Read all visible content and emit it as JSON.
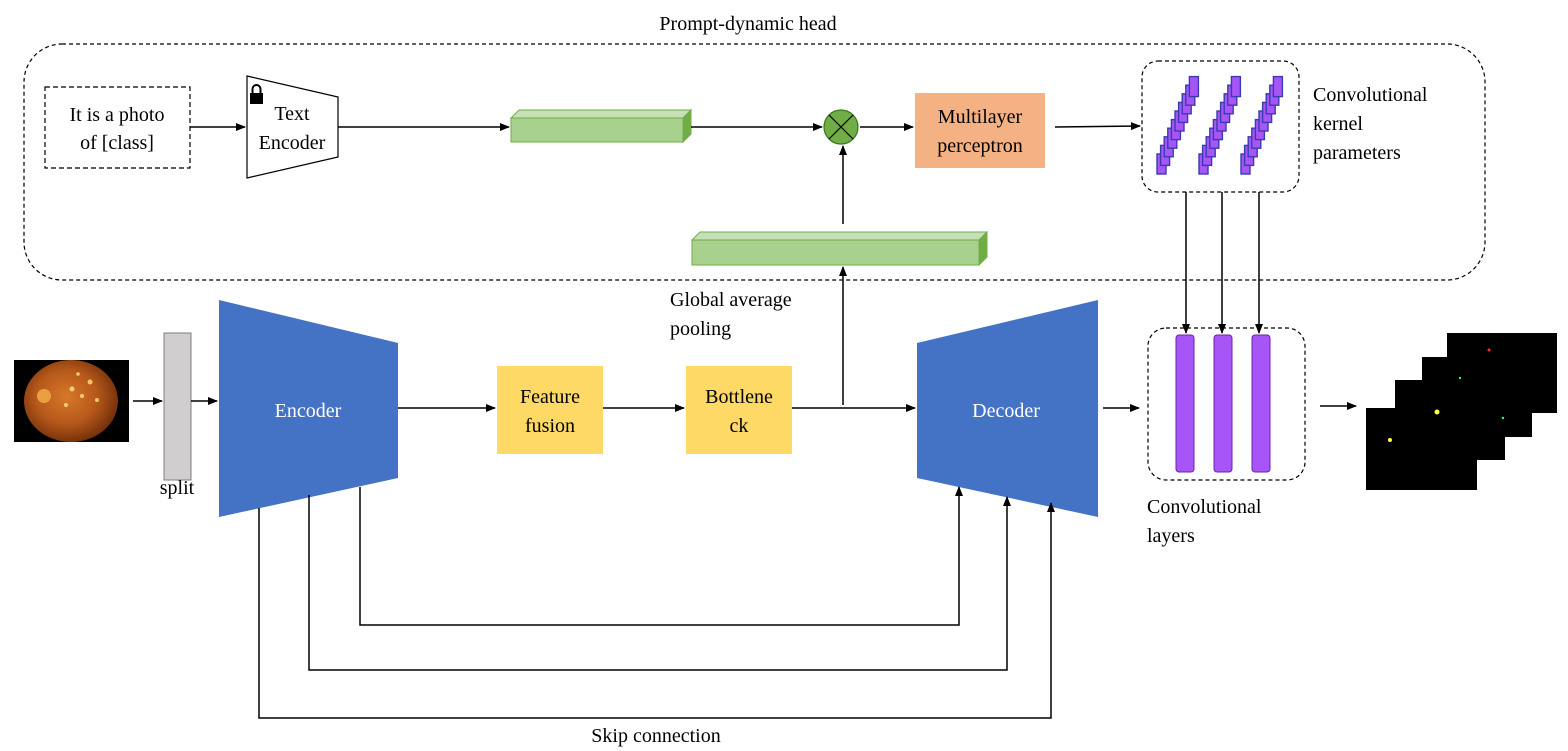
{
  "head": {
    "title": "Prompt-dynamic head",
    "prompt_line1": "It is a photo",
    "prompt_line2": "of [class]",
    "text_encoder_line1": "Text",
    "text_encoder_line2": "Encoder",
    "mlp_line1": "Multilayer",
    "mlp_line2": "perceptron",
    "kernel_params_line1": "Convolutional",
    "kernel_params_line2": "kernel",
    "kernel_params_line3": "parameters",
    "gap_line1": "Global average",
    "gap_line2": "pooling"
  },
  "backbone": {
    "split": "split",
    "encoder": "Encoder",
    "feature_fusion_line1": "Feature",
    "feature_fusion_line2": "fusion",
    "bottleneck_line1": "Bottlene",
    "bottleneck_line2": "ck",
    "decoder": "Decoder",
    "conv_layers_line1": "Convolutional",
    "conv_layers_line2": "layers",
    "skip": "Skip connection"
  },
  "colors": {
    "encoder_decoder": "#4472C4",
    "yellow_block": "#FFD966",
    "mlp": "#F4B183",
    "green_feature": "#A9D18E",
    "purple": "#A855F7",
    "split_bar": "#D0CECE"
  },
  "icons": {
    "lock": "lock-icon",
    "multiply": "circled-times-icon"
  }
}
